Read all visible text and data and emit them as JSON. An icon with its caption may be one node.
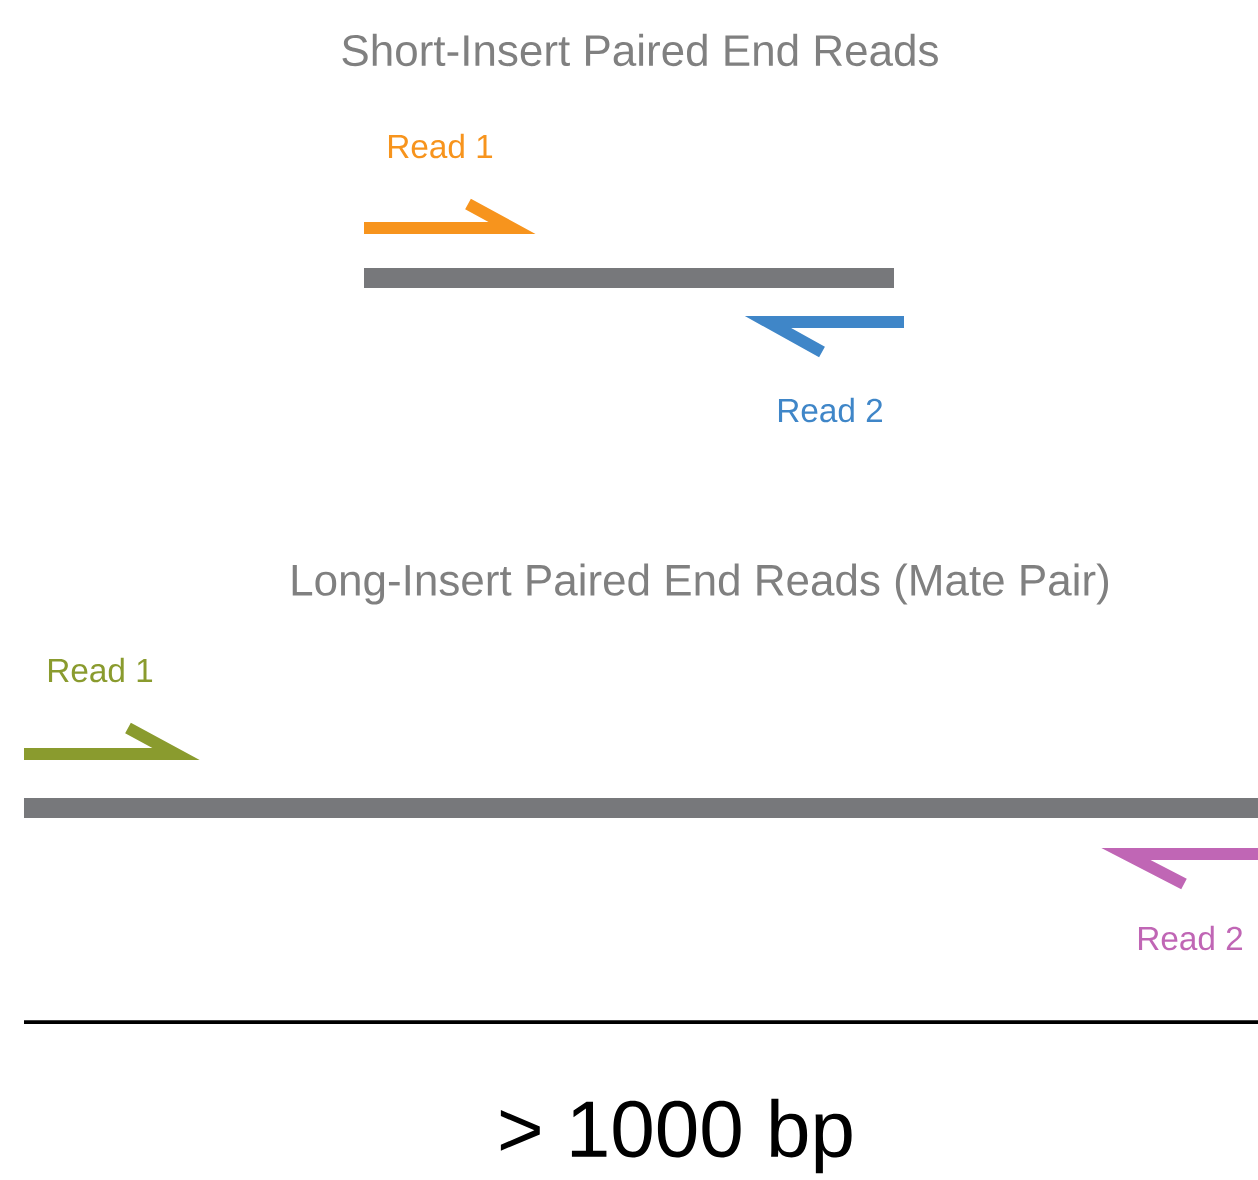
{
  "diagram": {
    "labels": [
      "Short-Insert Paired End Reads",
      "Read 1",
      "Read 2",
      "Long-Insert Paired End Reads (Mate Pair)",
      "Read 1",
      "Read 2",
      "> 1000 bp"
    ]
  }
}
